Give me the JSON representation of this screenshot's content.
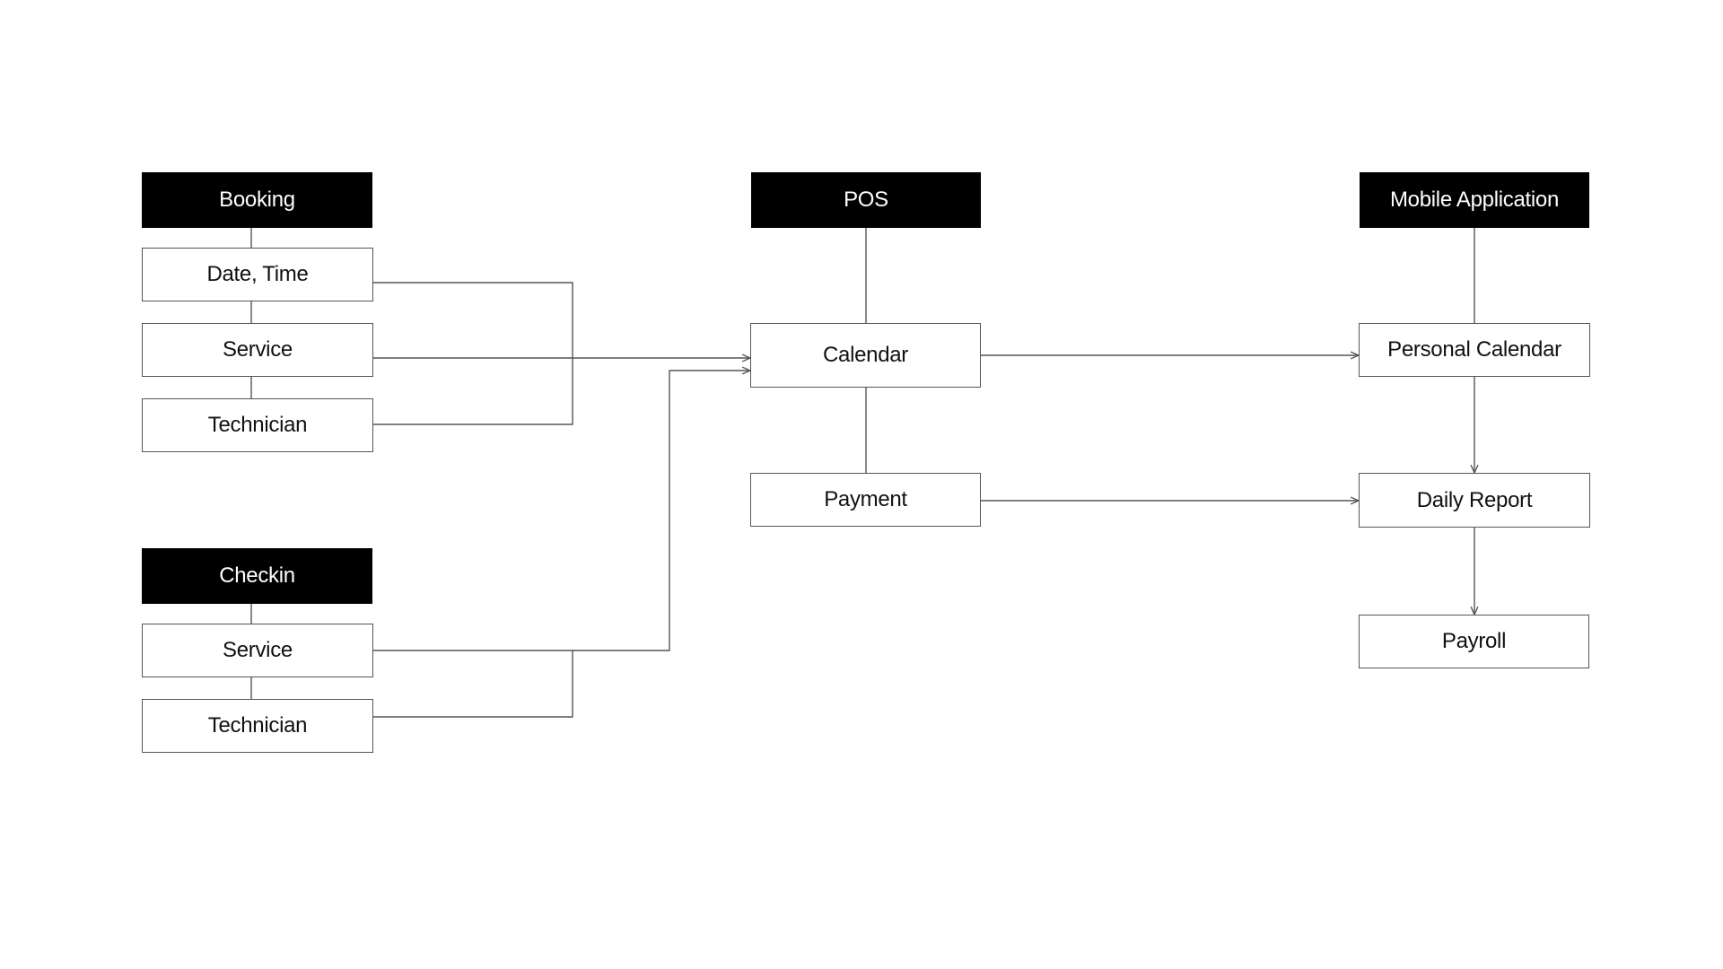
{
  "colors": {
    "header_bg": "#000000",
    "header_text": "#ffffff",
    "box_border": "#555555",
    "connector": "#555555"
  },
  "booking": {
    "header": "Booking",
    "items": [
      "Date, Time",
      "Service",
      "Technician"
    ]
  },
  "checkin": {
    "header": "Checkin",
    "items": [
      "Service",
      "Technician"
    ]
  },
  "pos": {
    "header": "POS",
    "items": [
      "Calendar",
      "Payment"
    ]
  },
  "mobile_application": {
    "header": "Mobile Application",
    "items": [
      "Personal Calendar",
      "Daily Report",
      "Payroll"
    ]
  }
}
